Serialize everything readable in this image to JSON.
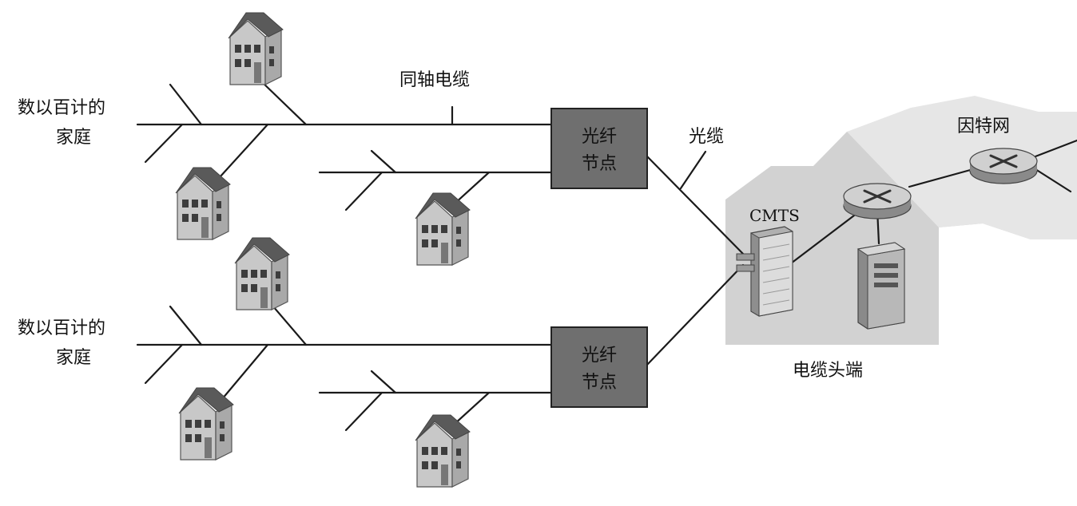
{
  "labels": {
    "homes_top": [
      "数以百计的",
      "家庭"
    ],
    "homes_bottom": [
      "数以百计的",
      "家庭"
    ],
    "coax": "同轴电缆",
    "fiber": "光缆",
    "internet": "因特网",
    "cmts": "CMTS",
    "headend": "电缆头端"
  },
  "fiber_nodes": [
    {
      "line1": "光纤",
      "line2": "节点"
    },
    {
      "line1": "光纤",
      "line2": "节点"
    }
  ],
  "colors": {
    "node_fill": "#6f6f6f",
    "headend_bg": "#c9c9c9",
    "internet_bg": "#e2e2e2",
    "house_front": "#c8c8c8",
    "house_side": "#a9a9a9",
    "house_roof": "#5a5a5a"
  },
  "icons": {
    "house": "house-icon",
    "router": "router-icon",
    "server": "server-icon",
    "cmts": "cmts-rack-icon"
  }
}
